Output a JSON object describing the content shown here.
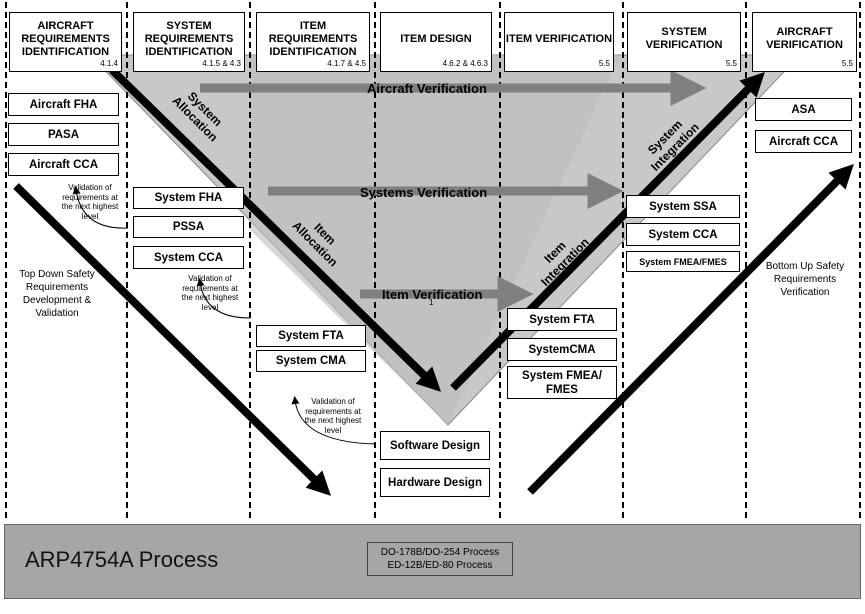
{
  "headers": [
    {
      "title": "AIRCRAFT REQUIREMENTS IDENTIFICATION",
      "ref": "4.1.4"
    },
    {
      "title": "SYSTEM REQUIREMENTS IDENTIFICATION",
      "ref": "4.1.5 & 4.3"
    },
    {
      "title": "ITEM REQUIREMENTS IDENTIFICATION",
      "ref": "4.1.7 & 4.5"
    },
    {
      "title": "ITEM DESIGN",
      "ref": "4.6.2 & 4.6.3"
    },
    {
      "title": "ITEM VERIFICATION",
      "ref": "5.5"
    },
    {
      "title": "SYSTEM VERIFICATION",
      "ref": "5.5"
    },
    {
      "title": "AIRCRAFT VERIFICATION",
      "ref": "5.5"
    }
  ],
  "left_boxes": {
    "aircraft": [
      "Aircraft FHA",
      "PASA",
      "Aircraft CCA"
    ],
    "system": [
      "System FHA",
      "PSSA",
      "System CCA"
    ],
    "item": [
      "System FTA",
      "System CMA"
    ]
  },
  "design_boxes": [
    "Software Design",
    "Hardware Design"
  ],
  "right_boxes": {
    "item": [
      "System FTA",
      "SystemCMA",
      "System FMEA/ FMES"
    ],
    "system": [
      "System SSA",
      "System CCA",
      "System FMEA/FMES"
    ],
    "aircraft": [
      "ASA",
      "Aircraft CCA"
    ]
  },
  "validation_note": "Validation of requirements at the next highest level",
  "side_labels": {
    "left": "Top Down Safety Requirements Development & Validation",
    "right": "Bottom Up Safety Requirements Verification"
  },
  "verification_labels": {
    "aircraft": "Aircraft Verification",
    "systems": "Systems Verification",
    "item": "Item Verification"
  },
  "diagonal_labels": {
    "system_allocation": "System\nAllocation",
    "item_allocation": "Item\nAllocation",
    "item_integration": "Item\nIntegration",
    "system_integration": "System\nIntegration"
  },
  "stray_mark": "1",
  "footer": {
    "title": "ARP4754A Process",
    "standards_line1": "DO-178B/DO-254 Process",
    "standards_line2": "ED-12B/ED-80 Process"
  },
  "colors": {
    "triangle_fill": "#c8c8c8",
    "verification_arrow": "#808080",
    "footer_fill": "#a6a6a6",
    "flow_arrow": "#000000"
  }
}
